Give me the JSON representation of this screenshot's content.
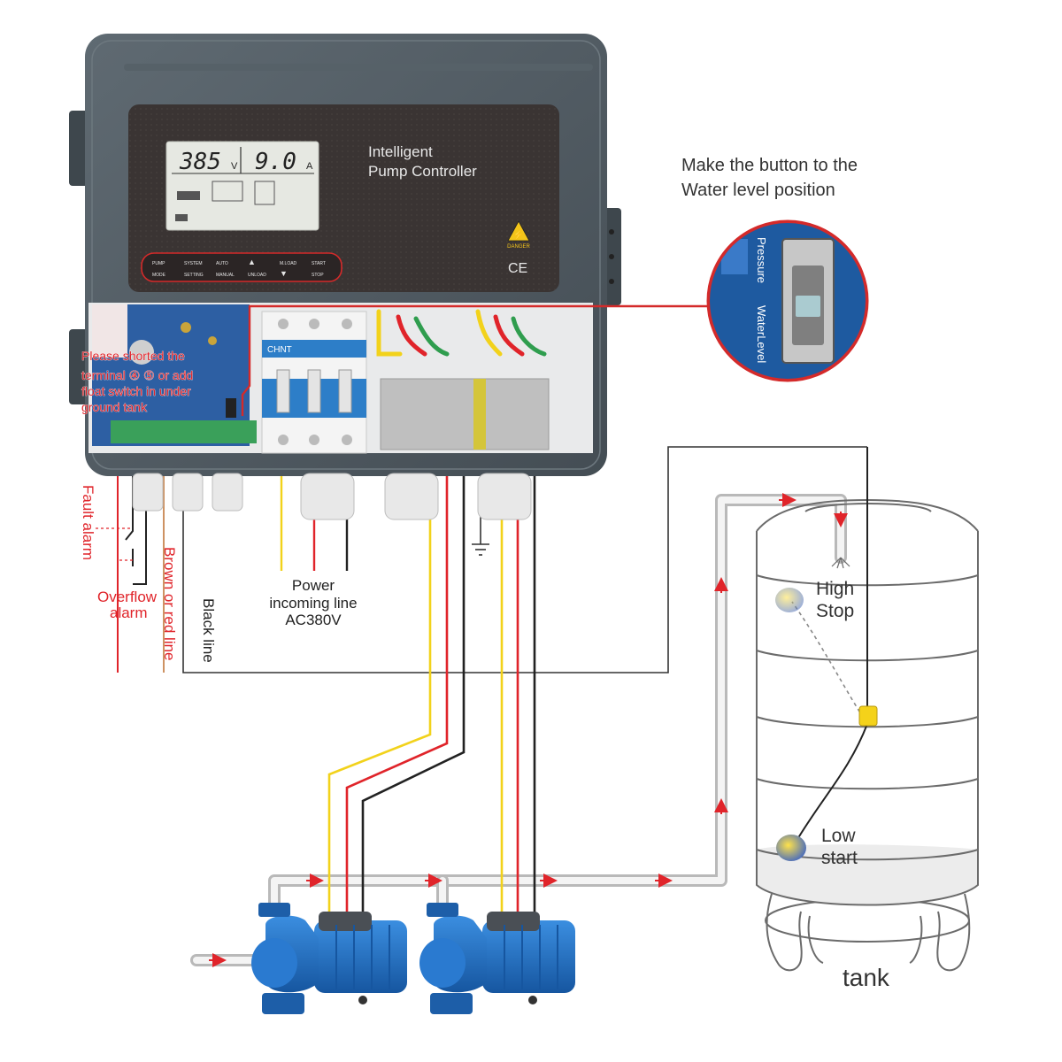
{
  "controller": {
    "title_line1": "Intelligent",
    "title_line2": "Pump Controller",
    "lcd_voltage": "385",
    "lcd_voltage_unit": "V",
    "lcd_current": "9.0",
    "lcd_current_unit": "A",
    "danger_label": "DANGER",
    "ce_mark": "CE",
    "breaker_brand": "CHNT",
    "buttons_top": [
      "PUMP",
      "SYSTEM",
      "AUTO",
      "▲",
      "M.LOAD",
      "START"
    ],
    "buttons_bottom": [
      "MODE",
      "SETTING",
      "MANUAL",
      "UNLOAD",
      "▼",
      "STOP"
    ]
  },
  "callout": {
    "instruction_line1": "Make the button to the",
    "instruction_line2": "Water level position",
    "switch_label_top": "Pressure",
    "switch_label_bottom": "WaterLevel"
  },
  "notes": {
    "terminal_note": [
      "Please shorted the",
      "terminal ④ ⑤ or add",
      "float switch in under",
      "ground tank"
    ],
    "fault_alarm": "Fault alarm",
    "overflow_alarm_line1": "Overflow",
    "overflow_alarm_line2": "alarm",
    "brown_red_line": "Brown or red line",
    "black_line": "Black line",
    "power_line1": "Power",
    "power_line2": "incoming line",
    "power_line3": "AC380V"
  },
  "tank": {
    "label": "tank",
    "high_line1": "High",
    "high_line2": "Stop",
    "low_line1": "Low",
    "low_line2": "start"
  },
  "colors": {
    "enclosure": "#4f5960",
    "panel": "#3a3433",
    "alarm_red": "#e0242a",
    "wire_yellow": "#f2d21b",
    "wire_red": "#e0242a",
    "wire_black": "#222222",
    "pump_blue": "#1f6fc0",
    "pipe_gray": "#c9c9c9"
  }
}
